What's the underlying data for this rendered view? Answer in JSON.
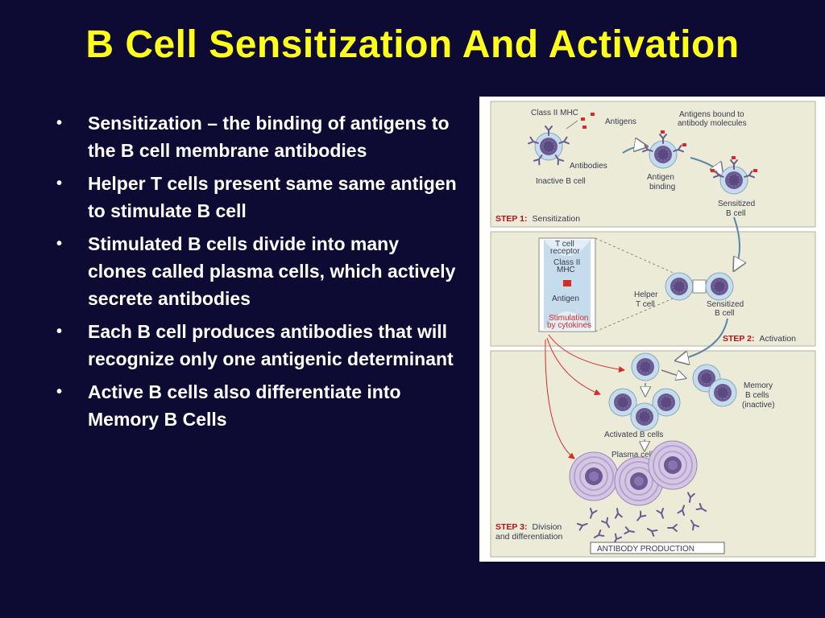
{
  "title": "B Cell Sensitization And Activation",
  "bullets": [
    "Sensitization – the binding of antigens to the B cell membrane antibodies",
    "Helper T cells present same same antigen to stimulate B cell",
    "Stimulated B cells divide into many clones called plasma cells, which actively secrete antibodies",
    "Each B cell produces antibodies that will recognize only one antigenic determinant",
    "Active B cells also  differentiate into Memory B Cells"
  ],
  "bullet_symbol": "•",
  "colors": {
    "background": "#0d0b33",
    "title": "#ffff1a",
    "text": "#ffffff",
    "panel": "#ebebd8",
    "cell_outer": "#c5dcec",
    "cell_nucleus": "#6c5a92",
    "plasma_cell": "#b7a2cf",
    "arrow_red": "#d52b2b"
  },
  "diagram": {
    "step1": {
      "prefix": "STEP 1:",
      "label": "Sensitization",
      "class_ii_mhc": "Class II MHC",
      "antigens": "Antigens",
      "antibodies": "Antibodies",
      "inactive_b_cell": "Inactive B cell",
      "antigen_binding_1": "Antigen",
      "antigen_binding_2": "binding",
      "antigens_bound_1": "Antigens bound to",
      "antigens_bound_2": "antibody molecules",
      "sensitized_1": "Sensitized",
      "sensitized_2": "B cell"
    },
    "step2": {
      "prefix": "STEP 2:",
      "label": "Activation",
      "t_cell_receptor_1": "T cell",
      "t_cell_receptor_2": "receptor",
      "class_ii_1": "Class II",
      "class_ii_2": "MHC",
      "antigen": "Antigen",
      "stimulation_1": "Stimulation",
      "stimulation_2": "by cytokines",
      "helper_1": "Helper",
      "helper_2": "T cell",
      "sensitized_1": "Sensitized",
      "sensitized_2": "B cell"
    },
    "step3": {
      "prefix": "STEP 3:",
      "label_1": "Division",
      "label_2": "and differentiation",
      "memory_1": "Memory",
      "memory_2": "B cells",
      "memory_3": "(inactive)",
      "activated": "Activated B cells",
      "plasma": "Plasma cells",
      "antibody_production": "ANTIBODY PRODUCTION"
    }
  }
}
